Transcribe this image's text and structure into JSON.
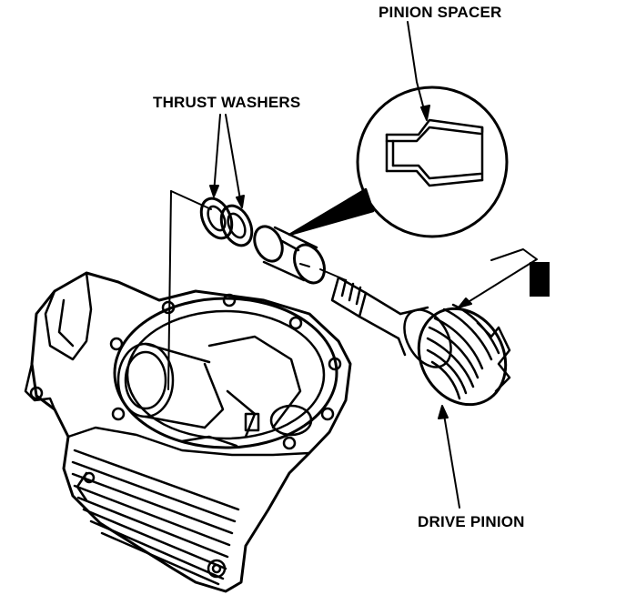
{
  "labels": {
    "pinion_spacer": "PINION SPACER",
    "thrust_washers": "THRUST WASHERS",
    "drive_pinion": "DRIVE PINION"
  },
  "ref_code": "",
  "colors": {
    "ink": "#000000",
    "paper": "#ffffff"
  }
}
